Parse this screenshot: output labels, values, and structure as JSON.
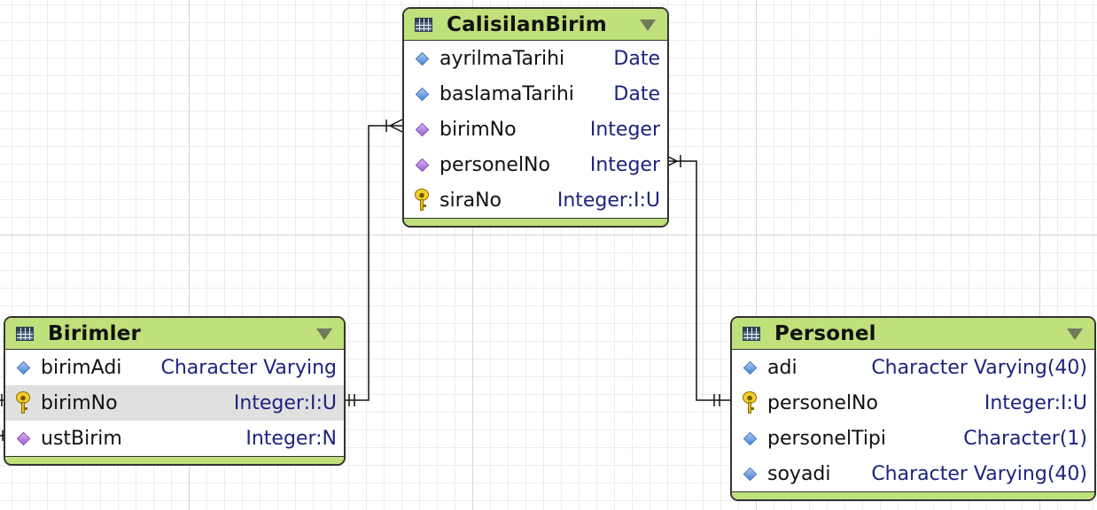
{
  "diagram": {
    "entities": [
      {
        "id": "calisilan_birim",
        "title": "CalisilanBirim",
        "attributes": [
          {
            "name": "ayrilmaTarihi",
            "type": "Date",
            "kind": "attribute"
          },
          {
            "name": "baslamaTarihi",
            "type": "Date",
            "kind": "attribute"
          },
          {
            "name": "birimNo",
            "type": "Integer",
            "kind": "foreign-key"
          },
          {
            "name": "personelNo",
            "type": "Integer",
            "kind": "foreign-key"
          },
          {
            "name": "siraNo",
            "type": "Integer:I:U",
            "kind": "primary-key"
          }
        ]
      },
      {
        "id": "birimler",
        "title": "Birimler",
        "attributes": [
          {
            "name": "birimAdi",
            "type": "Character Varying",
            "kind": "attribute"
          },
          {
            "name": "birimNo",
            "type": "Integer:I:U",
            "kind": "primary-key",
            "selected": true
          },
          {
            "name": "ustBirim",
            "type": "Integer:N",
            "kind": "foreign-key"
          }
        ]
      },
      {
        "id": "personel",
        "title": "Personel",
        "attributes": [
          {
            "name": "adi",
            "type": "Character Varying(40)",
            "kind": "attribute"
          },
          {
            "name": "personelNo",
            "type": "Integer:I:U",
            "kind": "primary-key"
          },
          {
            "name": "personelTipi",
            "type": "Character(1)",
            "kind": "attribute"
          },
          {
            "name": "soyadi",
            "type": "Character Varying(40)",
            "kind": "attribute"
          }
        ]
      }
    ],
    "relationships": [
      {
        "from": "birimler.birimNo",
        "to": "calisilan_birim.birimNo",
        "from_cardinality": "one-and-only-one",
        "to_cardinality": "one-or-many"
      },
      {
        "from": "personel.personelNo",
        "to": "calisilan_birim.personelNo",
        "from_cardinality": "one-and-only-one",
        "to_cardinality": "one-or-many"
      }
    ],
    "colors": {
      "header": "#bfe07a",
      "type_text": "#1d237e",
      "attribute_icon": "#4a86d6",
      "foreign_key_icon": "#9b5fd6",
      "primary_key_icon": "#f5cf2a",
      "selected_row": "#e0e0e0"
    }
  }
}
